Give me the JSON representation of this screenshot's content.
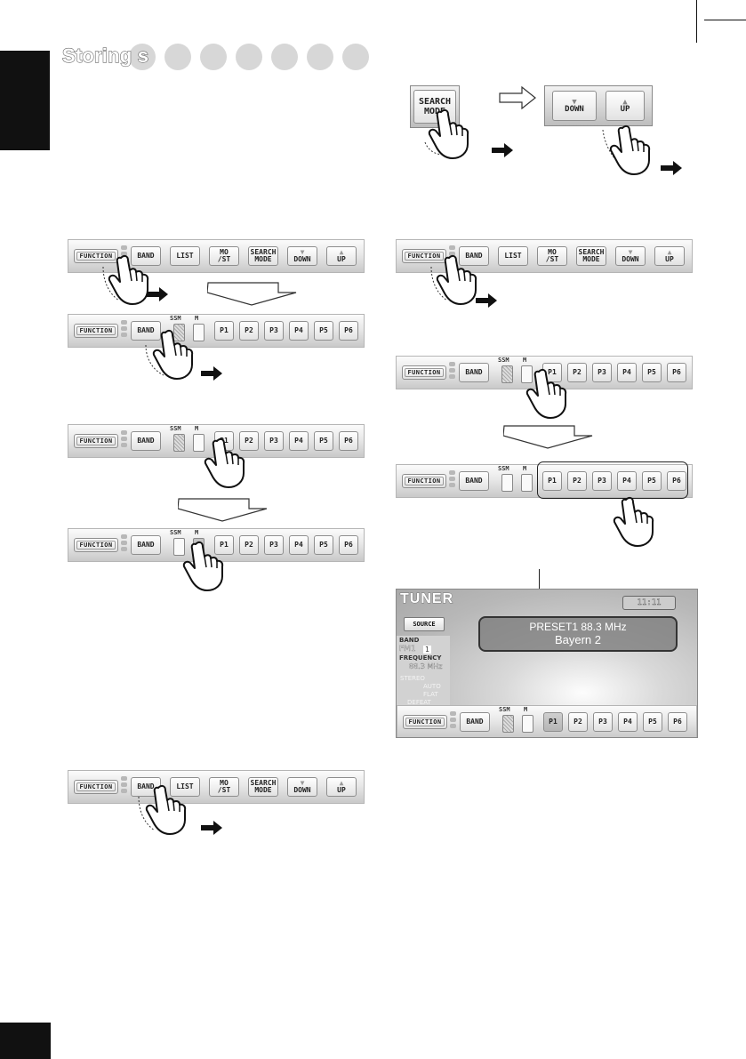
{
  "title": "Storing s",
  "buttons": {
    "function": "FUNCTION",
    "band": "BAND",
    "list": "LIST",
    "mo_st": "MO\n/ST",
    "search_mode": "SEARCH\nMODE",
    "down": "DOWN",
    "up": "UP",
    "ssm": "SSM",
    "m": "M",
    "p1": "P1",
    "p2": "P2",
    "p3": "P3",
    "p4": "P4",
    "p5": "P5",
    "p6": "P6"
  },
  "tuner_screen": {
    "title": "TUNER",
    "clock": "11:11",
    "source": "SOURCE",
    "band_label": "BAND",
    "band_value": "FM1",
    "band_preset": "1",
    "frequency_label": "FREQUENCY",
    "frequency_value": "88.3  MHz",
    "stereo": "STEREO",
    "auto": "AUTO",
    "flat": "FLAT",
    "defeat": "DEFEAT",
    "preset_line": "PRESET1     88.3 MHz",
    "station": "Bayern 2"
  },
  "colors": {
    "edge_tab": "#111111",
    "dots": "#d7d7d7"
  }
}
